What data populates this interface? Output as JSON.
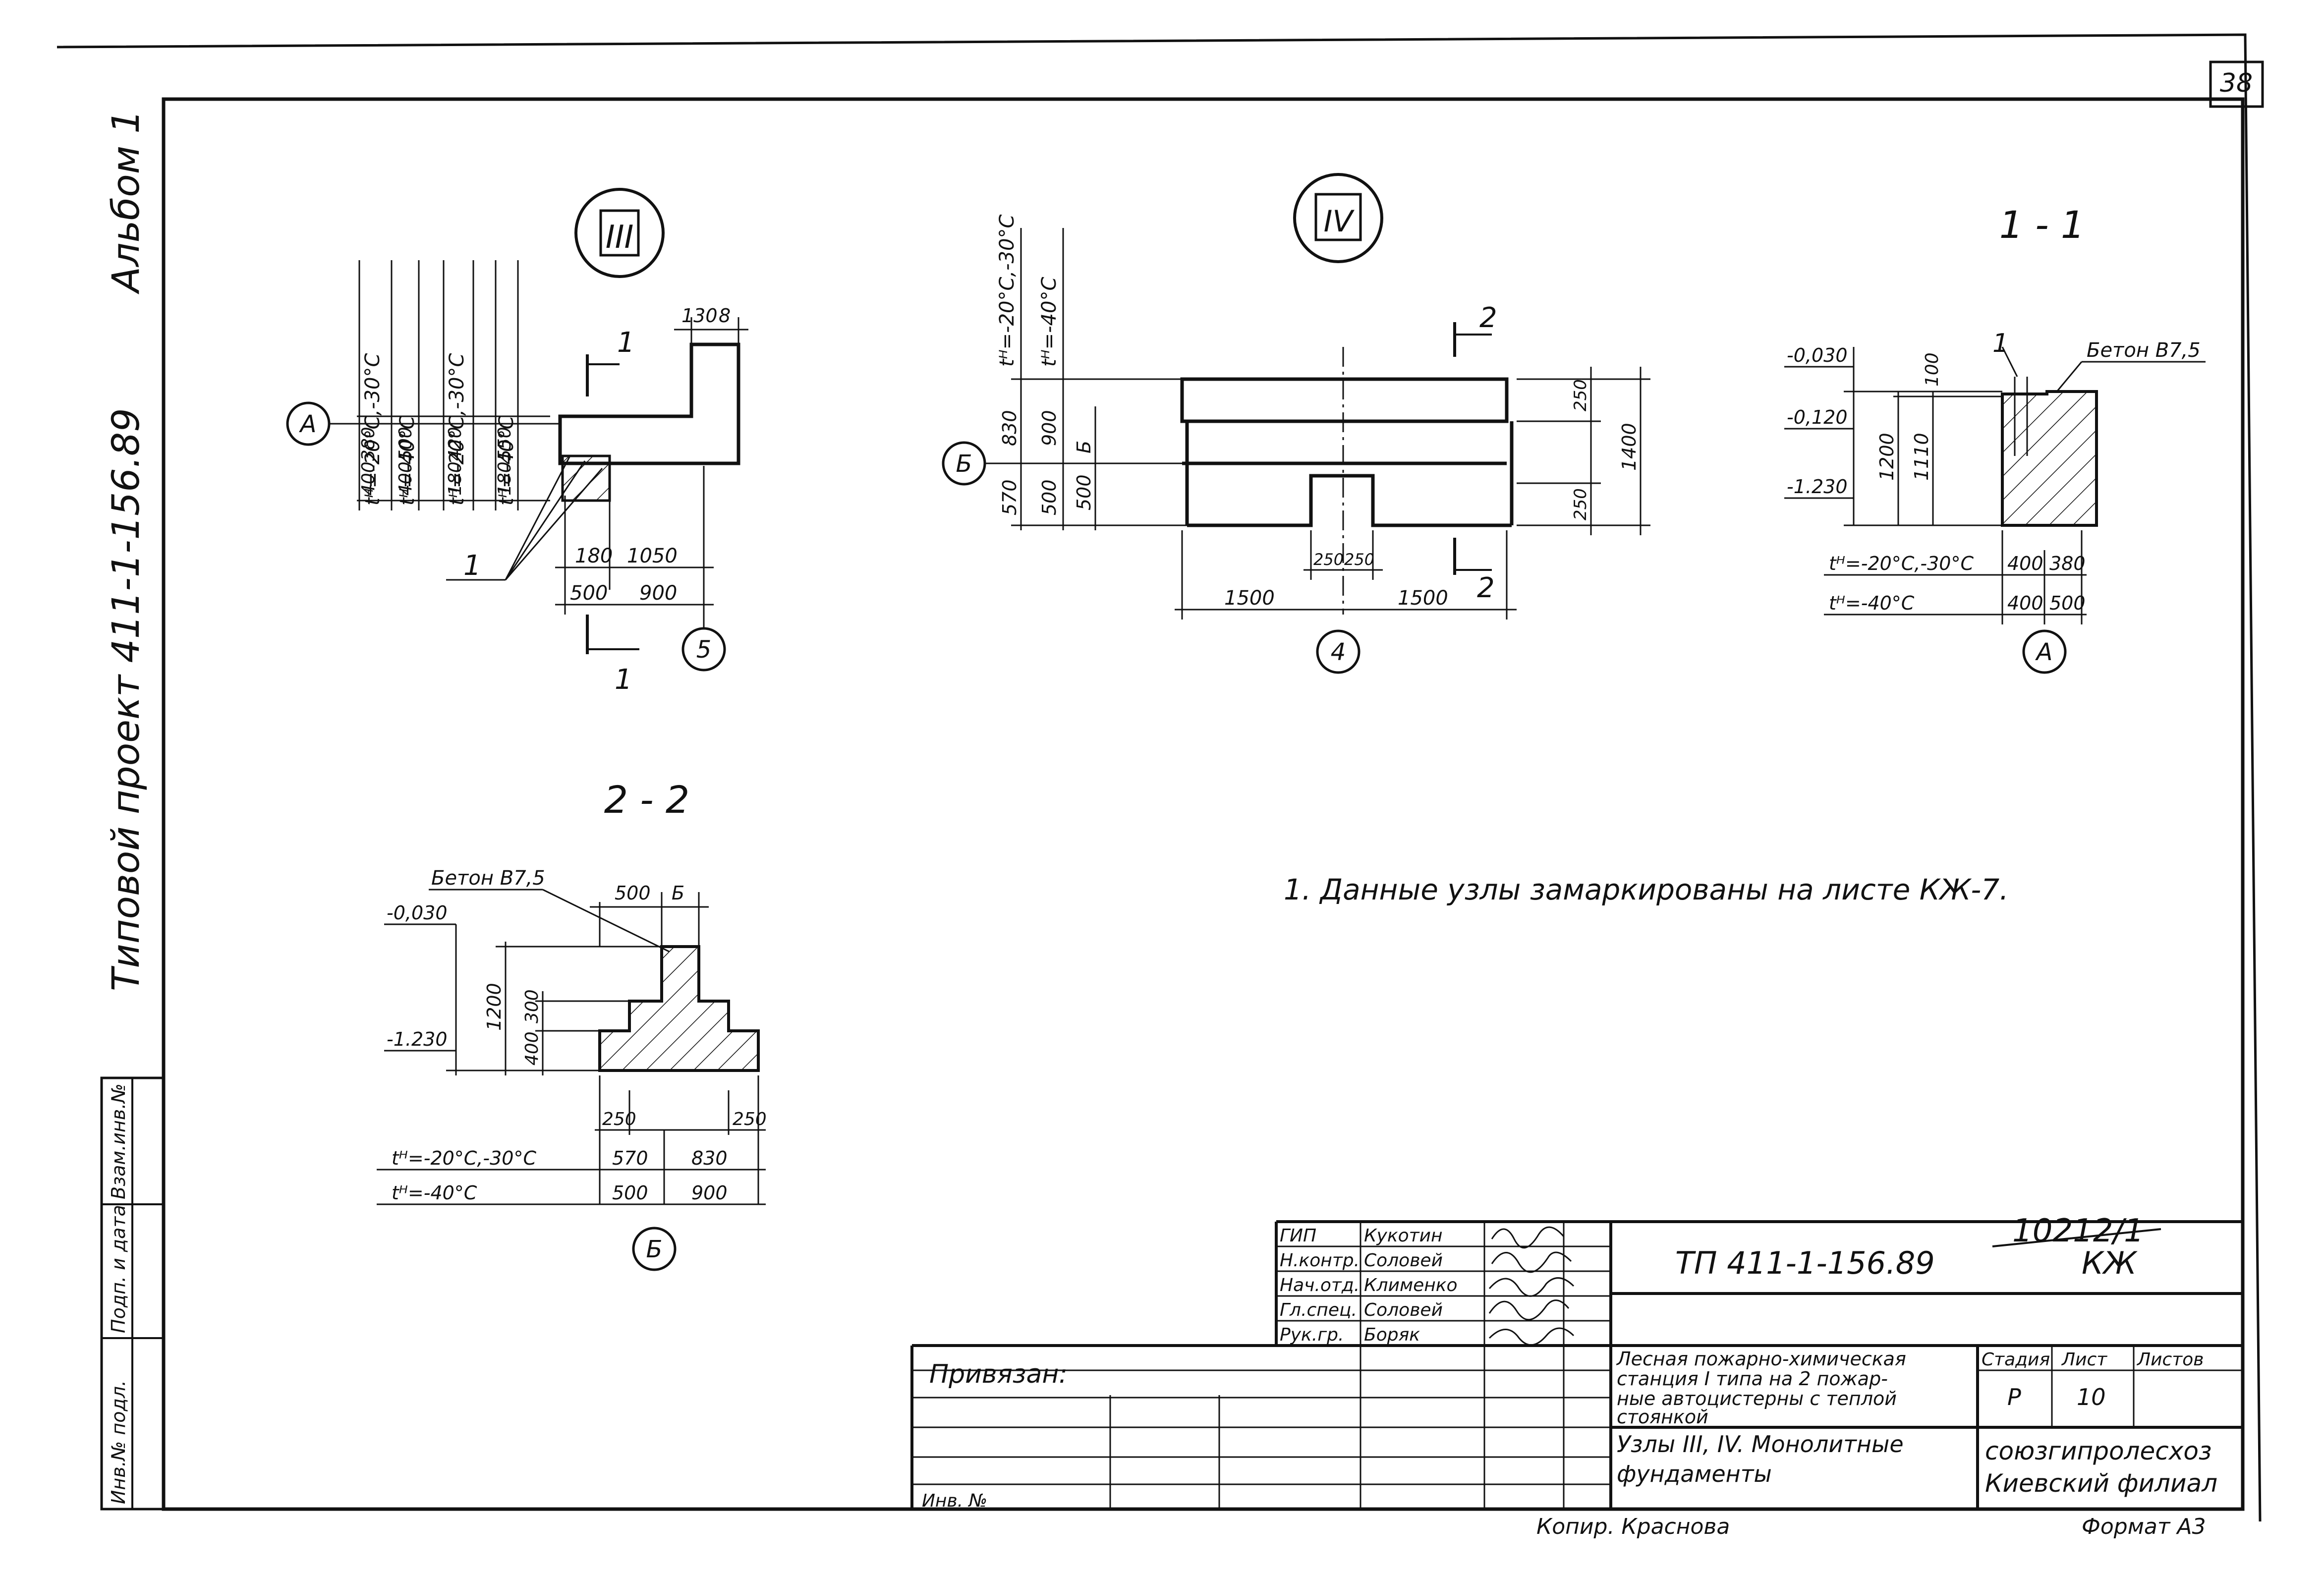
{
  "sheet_number": "38",
  "margin": {
    "album": "Альбом 1",
    "project": "Типовой проект 411-1-156.89"
  },
  "stamp_fields": [
    "Инв.№ подл.",
    "Подп. и дата",
    "Взам.инв.№"
  ],
  "node_III": {
    "marker": "III",
    "temps": [
      "tᴴ=-20°C,-30°C",
      "tᴴ=-40°C",
      "tᴴ=-20°C,-30°C",
      "tᴴ=-40°C"
    ],
    "dims_top": [
      "130",
      "8"
    ],
    "dims_left": [
      "400",
      "380",
      "400",
      "500",
      "180",
      "420",
      "180",
      "550"
    ],
    "dims_bottom_1": [
      "180",
      "1050"
    ],
    "dims_bottom_2": [
      "500",
      "900"
    ],
    "axis_A": "А",
    "axis_5": "5",
    "callout": "1",
    "section_mark": "1"
  },
  "node_IV": {
    "marker": "IV",
    "temps": [
      "tᴴ=-20°C,-30°C",
      "tᴴ=-40°C"
    ],
    "dims_left": [
      "830",
      "900",
      "570",
      "500",
      "Б",
      "500"
    ],
    "dims_right": [
      "250",
      "1400",
      "250"
    ],
    "dims_bottom_small": [
      "250",
      "250"
    ],
    "dims_bottom": [
      "1500",
      "1500"
    ],
    "axis_B": "Б",
    "axis_4": "4",
    "section_mark": "2"
  },
  "section_1_1": {
    "title": "1 - 1",
    "concrete": "Бетон В7,5",
    "levels": [
      "-0,030",
      "-0,120",
      "-1.230"
    ],
    "dims_vertical": [
      "100",
      "1200",
      "1110"
    ],
    "temp_rows": [
      {
        "label": "tᴴ=-20°C,-30°C",
        "a": "400",
        "b": "380"
      },
      {
        "label": "tᴴ=-40°C",
        "a": "400",
        "b": "500"
      }
    ],
    "axis_A": "А",
    "callout": "1"
  },
  "section_2_2": {
    "title": "2 - 2",
    "concrete": "Бетон В7,5",
    "levels": [
      "-0,030",
      "-1.230"
    ],
    "dims_top": [
      "500",
      "Б"
    ],
    "dims_vertical": [
      "1200",
      "400",
      "300"
    ],
    "dims_steps": [
      "250",
      "250"
    ],
    "temp_rows": [
      {
        "label": "tᴴ=-20°C,-30°C",
        "a": "570",
        "b": "830"
      },
      {
        "label": "tᴴ=-40°C",
        "a": "500",
        "b": "900"
      }
    ],
    "axis_B": "Б"
  },
  "note": "1. Данные узлы замаркированы на листе КЖ-7.",
  "title_block": {
    "inventory": "10212/1",
    "roles": [
      {
        "role": "ГИП",
        "name": "Кукотин"
      },
      {
        "role": "Н.контр.",
        "name": "Соловей"
      },
      {
        "role": "Нач.отд.",
        "name": "Клименко"
      },
      {
        "role": "Гл.спец.",
        "name": "Соловей"
      },
      {
        "role": "Рук.гр.",
        "name": "Боряк"
      }
    ],
    "project_code": "ТП 411-1-156.89",
    "mark": "КЖ",
    "object_name": [
      "Лесная пожарно-химическая",
      "станция I типа на 2 пожар-",
      "ные автоцистерны с теплой",
      "стоянкой"
    ],
    "sheet_title": [
      "Узлы III, IV. Монолитные",
      "фундаменты"
    ],
    "stage_label": "Стадия",
    "sheet_label": "Лист",
    "sheets_label": "Листов",
    "stage": "Р",
    "sheet": "10",
    "org": [
      "союзгипролесхоз",
      "Киевский филиал"
    ],
    "privyazan": "Привязан:",
    "inv_no": "Инв. №",
    "copied": "Копир. Краснова",
    "format": "Формат А3"
  }
}
